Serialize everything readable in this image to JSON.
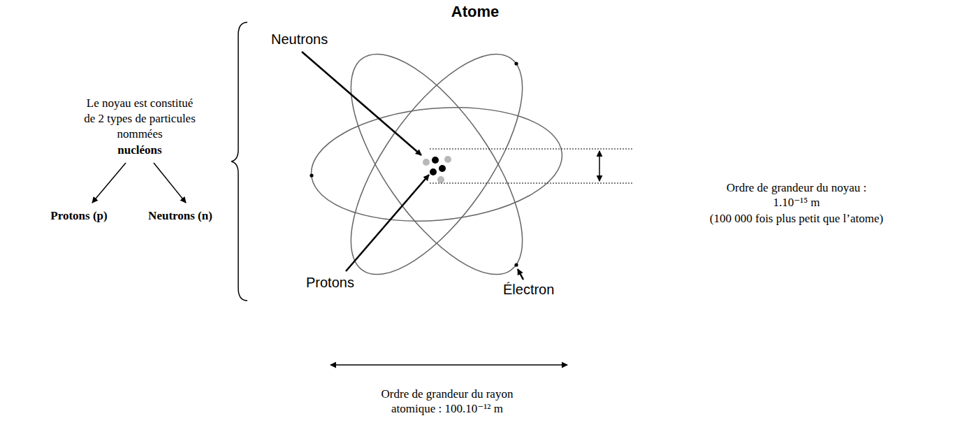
{
  "diagram": {
    "title": "Atome",
    "labels": [
      "Le noyau est constitué de 2 types de particules nommées",
      "nucléons",
      "Protons (p)",
      "Neutrons (n)",
      "Neutrons",
      "Protons",
      "Électron",
      "Ordre de grandeur du noyau : 1.10⁻¹⁵ m",
      "(100 000 fois plus petit que l’atome)",
      "Ordre de grandeur du rayon atomique : 100.10⁻¹² m"
    ]
  }
}
